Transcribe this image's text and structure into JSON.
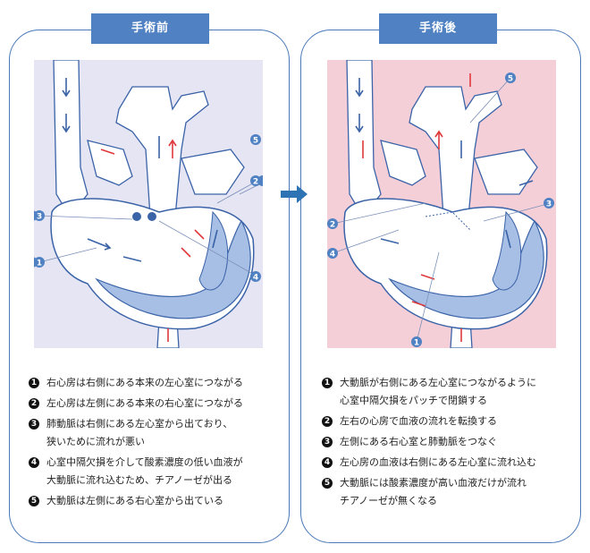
{
  "before": {
    "tab": "手術前",
    "legend": [
      {
        "num": "1",
        "lines": [
          "右心房は右側にある本来の左心室につながる"
        ]
      },
      {
        "num": "2",
        "lines": [
          "左心房は左側にある本来の右心室につながる"
        ]
      },
      {
        "num": "3",
        "lines": [
          "肺動脈は右側にある左心室から出ており、",
          "狭いために流れが悪い"
        ]
      },
      {
        "num": "4",
        "lines": [
          "心室中隔欠損を介して酸素濃度の低い血液が",
          "大動脈に流れ込むため、チアノーゼが出る"
        ]
      },
      {
        "num": "5",
        "lines": [
          "大動脈は左側にある右心室から出ている"
        ]
      }
    ]
  },
  "after": {
    "tab": "手術後",
    "legend": [
      {
        "num": "1",
        "lines": [
          "大動脈が右側にある左心室につながるように",
          "心室中隔欠損をパッチで閉鎖する"
        ]
      },
      {
        "num": "2",
        "lines": [
          "左右の心房で血液の流れを転換する"
        ]
      },
      {
        "num": "3",
        "lines": [
          "左側にある右心室と肺動脈をつなぐ"
        ]
      },
      {
        "num": "4",
        "lines": [
          "左心房の血液は右側にある左心室に流れ込む"
        ]
      },
      {
        "num": "5",
        "lines": [
          "大動脈には酸素濃度が高い血液だけが流れ",
          "チアノーゼが無くなる"
        ]
      }
    ]
  },
  "colors": {
    "accent": "#4f81c3",
    "border": "#4a78b8",
    "before_bg": "#e6e5f3",
    "after_bg": "#f5cfd8",
    "heart": "#a8bfe5",
    "stroke": "#3a63a8",
    "red_arrow": "#e0383a"
  },
  "callouts": {
    "before": [
      "1",
      "2",
      "3",
      "4",
      "5"
    ],
    "after": [
      "1",
      "2",
      "3",
      "4",
      "5"
    ]
  }
}
